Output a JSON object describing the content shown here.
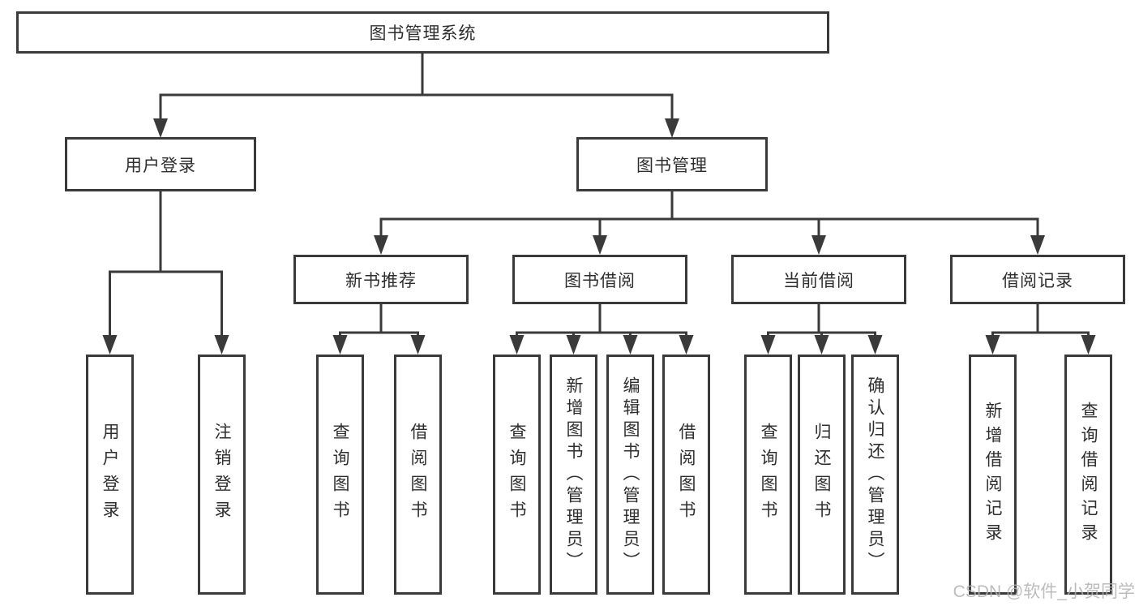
{
  "diagram_type": "hierarchy-tree",
  "colors": {
    "background": "#ffffff",
    "line": "#3a3a3a",
    "box_border": "#3a3a3a",
    "text": "#2e2e2e",
    "watermark": "#b1b1b1"
  },
  "tree": {
    "label": "图书管理系统",
    "children": [
      {
        "label": "用户登录",
        "children": [
          {
            "label": "用户登录"
          },
          {
            "label": "注销登录"
          }
        ]
      },
      {
        "label": "图书管理",
        "children": [
          {
            "label": "新书推荐",
            "children": [
              {
                "label": "查询图书"
              },
              {
                "label": "借阅图书"
              }
            ]
          },
          {
            "label": "图书借阅",
            "children": [
              {
                "label": "查询图书"
              },
              {
                "label": "新增图书（管理员）"
              },
              {
                "label": "编辑图书（管理员）"
              },
              {
                "label": "借阅图书"
              }
            ]
          },
          {
            "label": "当前借阅",
            "children": [
              {
                "label": "查询图书"
              },
              {
                "label": "归还图书"
              },
              {
                "label": "确认归还（管理员）"
              }
            ]
          },
          {
            "label": "借阅记录",
            "children": [
              {
                "label": "新增借阅记录"
              },
              {
                "label": "查询借阅记录"
              }
            ]
          }
        ]
      }
    ]
  },
  "watermark": {
    "text": "CSDN @软件_小贺同学"
  }
}
